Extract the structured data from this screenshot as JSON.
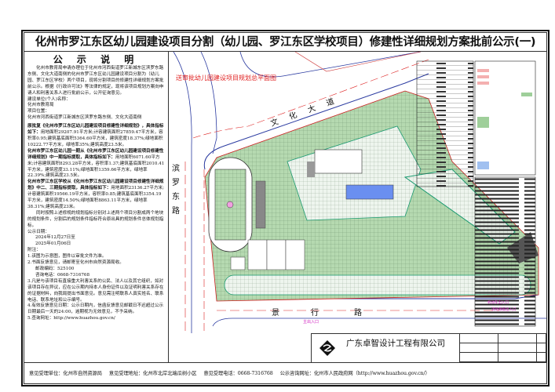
{
  "title": "化州市罗江东区幼儿园建设项目分割（幼儿园、罗江东区学校项目）修建性详细规划方案批前公示(一)",
  "notice": {
    "heading": "公 示 说 明",
    "intro": "化州市教育局申请办理位于化州市河西街道罗江新城东区滨罗东路东侧、文化大道南侧的化州市罗江东区幼儿园建设项目分割为（幼儿园、罗江东区学校）两个项目，现将分割项目的修建性详细规划方案批前公示。根据《行政许可法》等法律的规定，现将该项目规划方案向申请人和利害关系人进行批前公示，公开征询意见。",
    "applicant_label": "建设单位(个人)名称：",
    "applicant": "化州市教育局",
    "location_label": "项目位置：",
    "location": "化州市河西街道罗江新城东区滨罗东路东侧、文化大道南侧",
    "original_head": "原批复《化州市罗江东区幼儿园建设项目修建性详细规划》，具体指标如下：",
    "original_body": "用地面积29207.91平方米;计容建筑面积27859.47平方米，容积率0.95;建筑基底面积5364.60平方米，建筑密度18.37%;绿地面积10222.77平方米，绿地率35%;建筑高度23.5米。",
    "kindergarten_head": "化州市罗江东区幼儿园一期从《化州市罗江东区幼儿园建设项目修建性详细规划》中一期指标提取，具体指标如下：",
    "kindergarten_body": "用地面积6071.60平方米;计容建筑面积8293.28平方米，容积率1.37;建筑基底面积2010.41平方米，建筑密度33.11%;绿地面积1359.66平方米，绿地率22.39%;建筑高度23.5米。",
    "school_head": "化州市罗江东区学校从《化州市罗江东区幼儿园建设项目修建性详细规划》中二、三期指标提取，具体指标如下：",
    "school_body": "用地面积23136.27平方米;计容建筑面积19566.19平方米，容积率0.85;建筑基底面积3354.19平方米，建筑密度14.50%;绿地面积8863.11平方米，绿地率38.31%;建筑高度23米。",
    "split_note": "同时按照上述修规的规划指标分别对上述两个项目分割成两个地块的规划条件，分割后的规划条件指标符合原出具的规划条件总体规划指标。",
    "date_label": "公示日期：",
    "date_from": "2024年12月27日至",
    "date_to": "2025年01月06日",
    "notes_label": "附注：",
    "note1": "1.该图为示意图，图件以审批文件为准。",
    "note2": "2.书面反馈意见，请邮寄至化州市自然资源局收。",
    "postcode": "邮政编码：525100",
    "phone": "咨询电话：0668-7316768",
    "note3": "3.凡是与该项目有直接重大利害关系的公民、法人以及其它组织，如对该项目存在异议，应在公示期内持本人身份证件以及证明利害关系存在的证据材料，向我局提出书面意见。意见需注明联系人真实姓名、联系电话、联系地址和公示编号。",
    "note4": "4.有效反馈意见日期：公示日期内，信函反馈意见邮戳日不迟超过公示日期最后一天的24:00，逾期视为无效意见，不予采纳。",
    "note5": "5.查询网址：http://www.huazhou.gov.cn/"
  },
  "map": {
    "caption": "送审批幼儿园建设项目规划总平面图",
    "road_north": "文 化 大 道",
    "road_west": [
      "滨",
      "罗",
      "东",
      "路"
    ],
    "road_south": [
      "景",
      "行",
      "路"
    ],
    "main_entrance": "主出入口",
    "vehicle_entrance": "机动车出入口",
    "fire_entrance": "消防救援出入口",
    "colors": {
      "green_area": "#9fcf9a",
      "grid": "#6a8f6a",
      "road_line": "#2a3aa0",
      "red_line": "#d22",
      "label_magenta": "#d020c0",
      "water": "#6a8ff0"
    }
  },
  "title_block": {
    "company": "广东卓智设计工程有限公司",
    "logo": "卓智"
  },
  "footer": {
    "unit": "意见受理单位：化州市自然资源局",
    "address": "意见受理地址：化州市北岸北端瓜树小区",
    "phone": "意见受理电话：0668-7316768",
    "website": "公示咨询网址：化州市人民政府网（http://www.huazhou.gov.cn/）"
  }
}
